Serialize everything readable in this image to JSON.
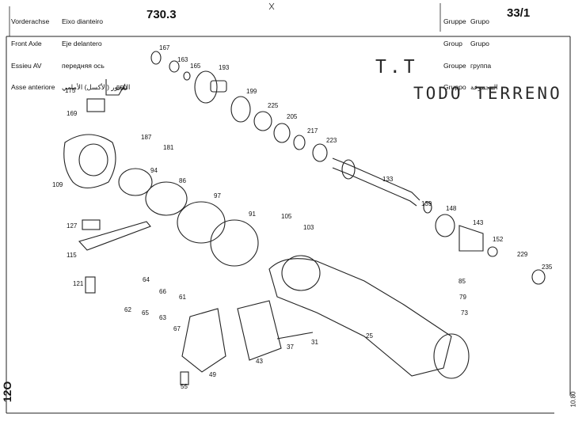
{
  "header": {
    "left_col1": [
      "Vorderachse",
      "Front Axle",
      "Essieu AV",
      "Asse anteriore"
    ],
    "left_col2": [
      "Eixo dianteiro",
      "Eje delantero",
      "передняя ось",
      "المحور (الأكسل) الأمامي"
    ],
    "page_code": "730.3",
    "right_col1": [
      "Gruppe",
      "Group",
      "Groupe",
      "Gruppo"
    ],
    "right_col2": [
      "Grupo",
      "Grupo",
      "группа",
      "المجموعة"
    ],
    "group_number": "33/1"
  },
  "handwritten": {
    "mark": "T.T",
    "text": "TODO TERRENO"
  },
  "side_codes": {
    "left": "12O",
    "right": "10.80"
  },
  "part_numbers": [
    "167",
    "163",
    "165",
    "193",
    "175",
    "550",
    "169",
    "199",
    "225",
    "205",
    "217",
    "223",
    "187",
    "181",
    "109",
    "94",
    "86",
    "133",
    "97",
    "139",
    "148",
    "143",
    "127",
    "91",
    "105",
    "103",
    "152",
    "229",
    "235",
    "115",
    "85",
    "79",
    "73",
    "121",
    "64",
    "66",
    "61",
    "62",
    "65",
    "63",
    "67",
    "37",
    "31",
    "25",
    "49",
    "43",
    "55"
  ]
}
